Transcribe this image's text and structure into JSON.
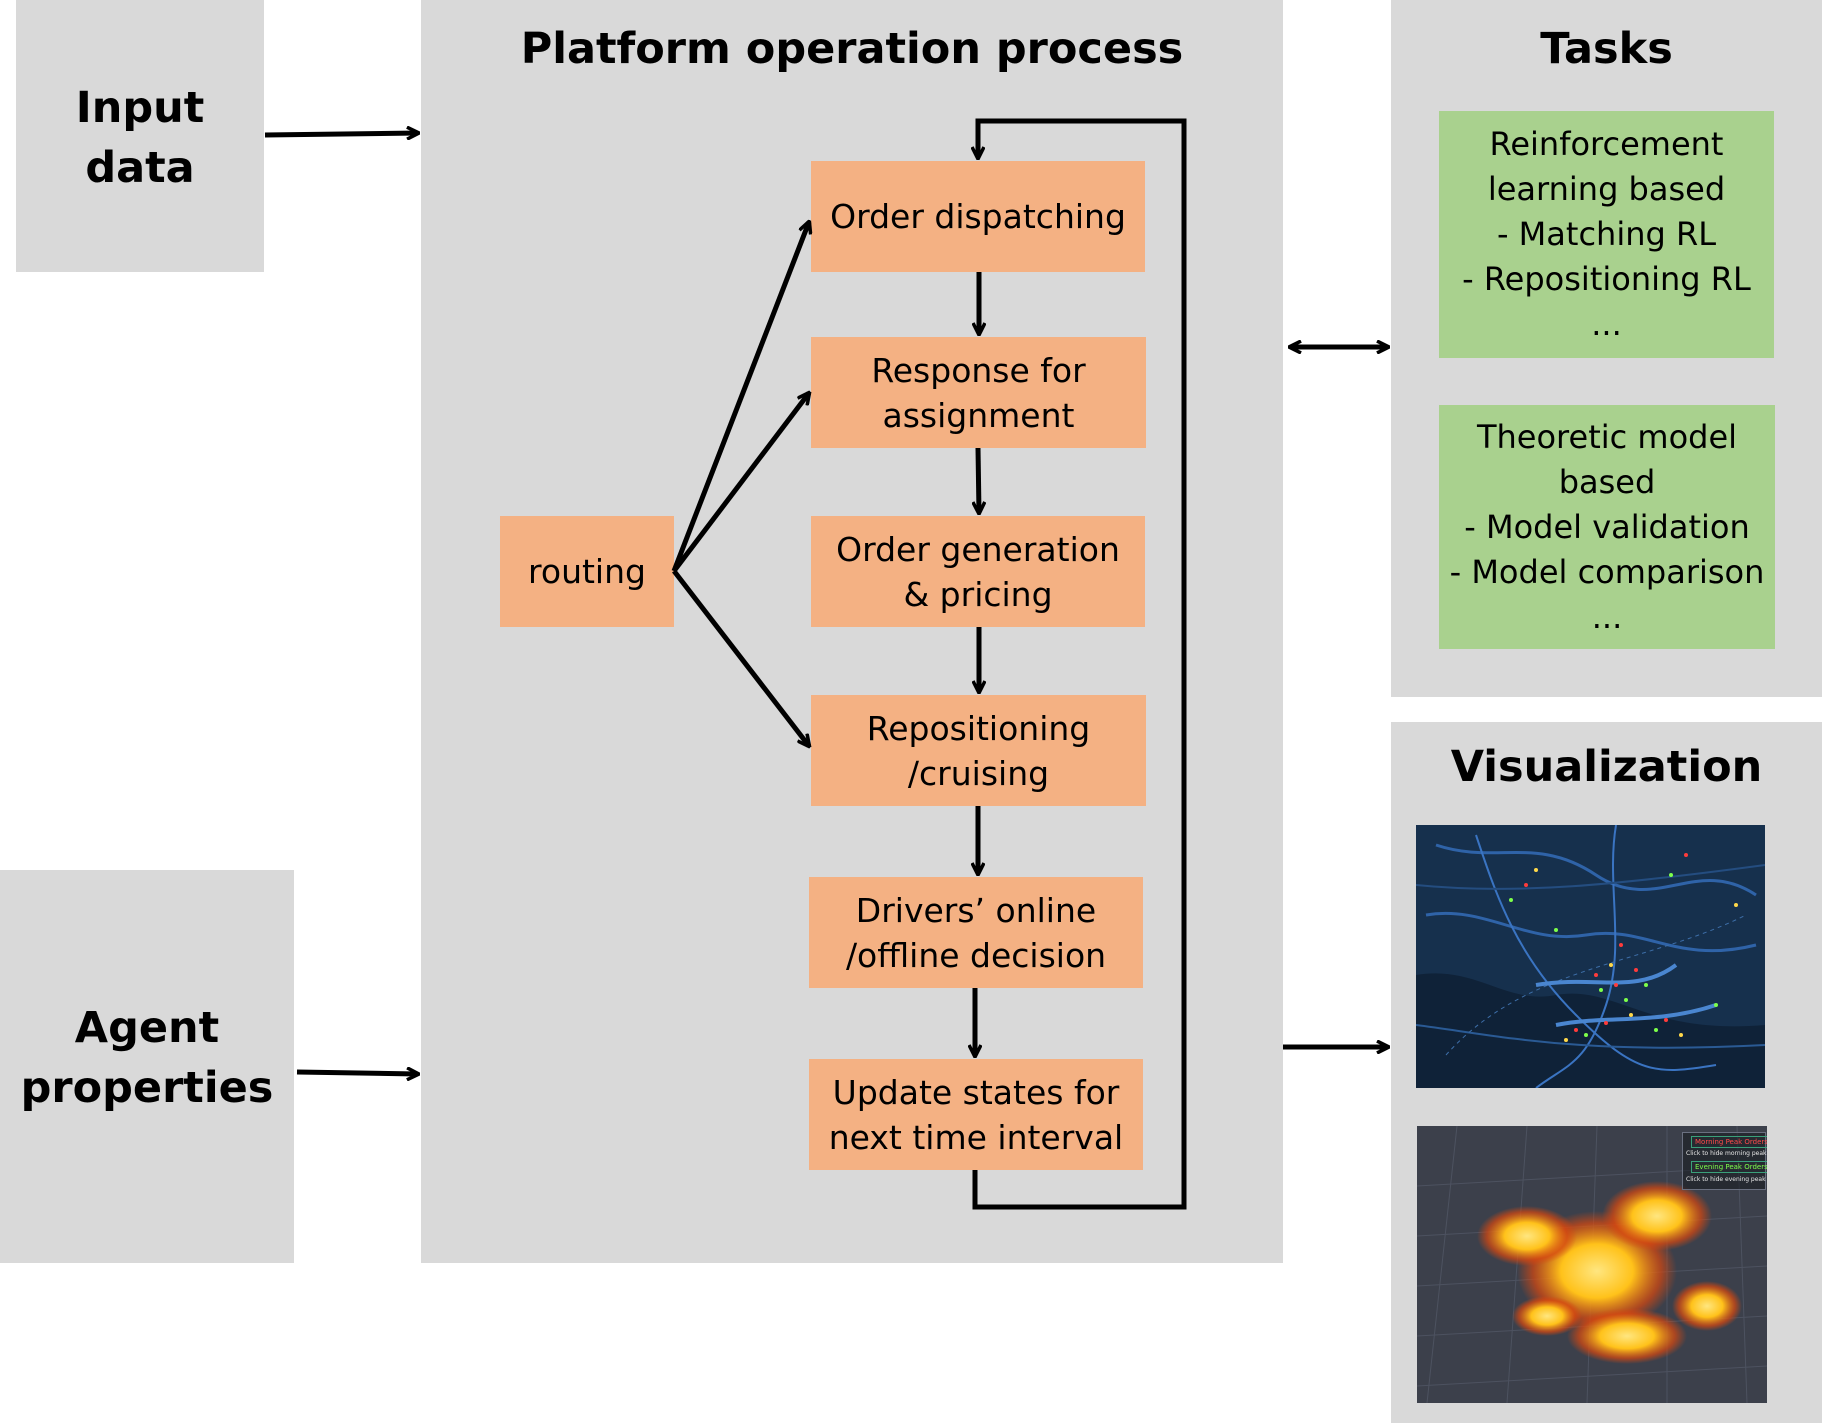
{
  "input_data": {
    "title": "Input\ndata"
  },
  "agent_properties": {
    "title": "Agent\nproperties"
  },
  "platform": {
    "title": "Platform operation process",
    "steps": [
      "Order dispatching",
      "Response for\nassignment",
      "Order generation\n& pricing",
      "Repositioning\n/cruising",
      "Drivers’ online\n/offline decision",
      "Update states for\nnext time interval"
    ],
    "routing": "routing"
  },
  "tasks": {
    "title": "Tasks",
    "rl_box": "Reinforcement\nlearning based\n-  Matching RL\n- Repositioning RL\n...",
    "theory_box": "Theoretic model\nbased\n- Model validation\n- Model comparison\n..."
  },
  "visualization": {
    "title": "Visualization",
    "legend": {
      "morning_label": "Morning Peak Orders",
      "morning_hint": "Click to hide morning peak orders",
      "evening_label": "Evening Peak Orders",
      "evening_hint": "Click to hide evening peak orders"
    }
  },
  "colors": {
    "panel": "#d9d9d9",
    "step_box": "#f4b183",
    "task_box": "#a9d18e",
    "arrow": "#000000"
  }
}
